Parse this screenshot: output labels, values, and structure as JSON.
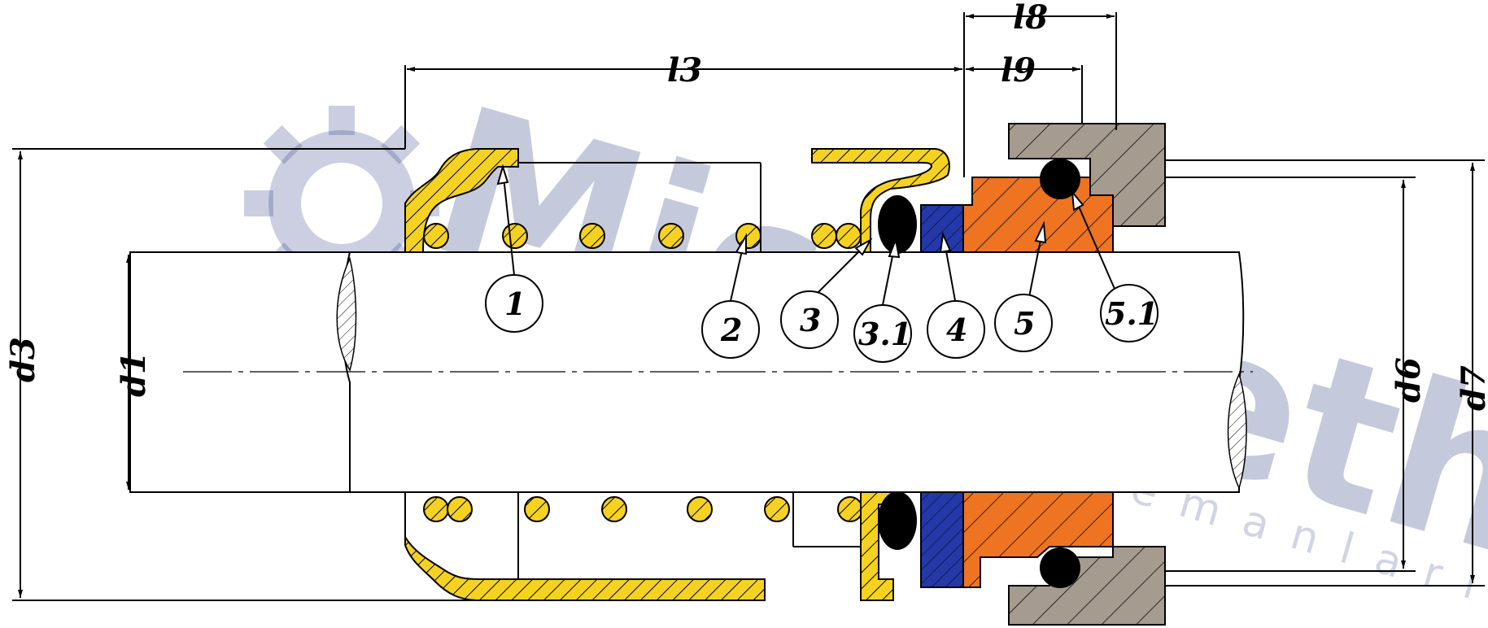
{
  "dimensions": {
    "l13": "l3",
    "l18": "l8",
    "l19": "l9",
    "d3": "d3",
    "d1": "d1",
    "d6": "d6",
    "d7": "d7"
  },
  "callouts": [
    "1",
    "2",
    "3",
    "3.1",
    "4",
    "5",
    "5.1"
  ],
  "watermark": {
    "brand": "Microseth",
    "tagline": "sızdırmazlık elemanları"
  },
  "colors": {
    "yellow": "#f5d221",
    "orange": "#ee7422",
    "blue": "#2438a8",
    "gray": "#a59b8f",
    "black": "#000000"
  }
}
